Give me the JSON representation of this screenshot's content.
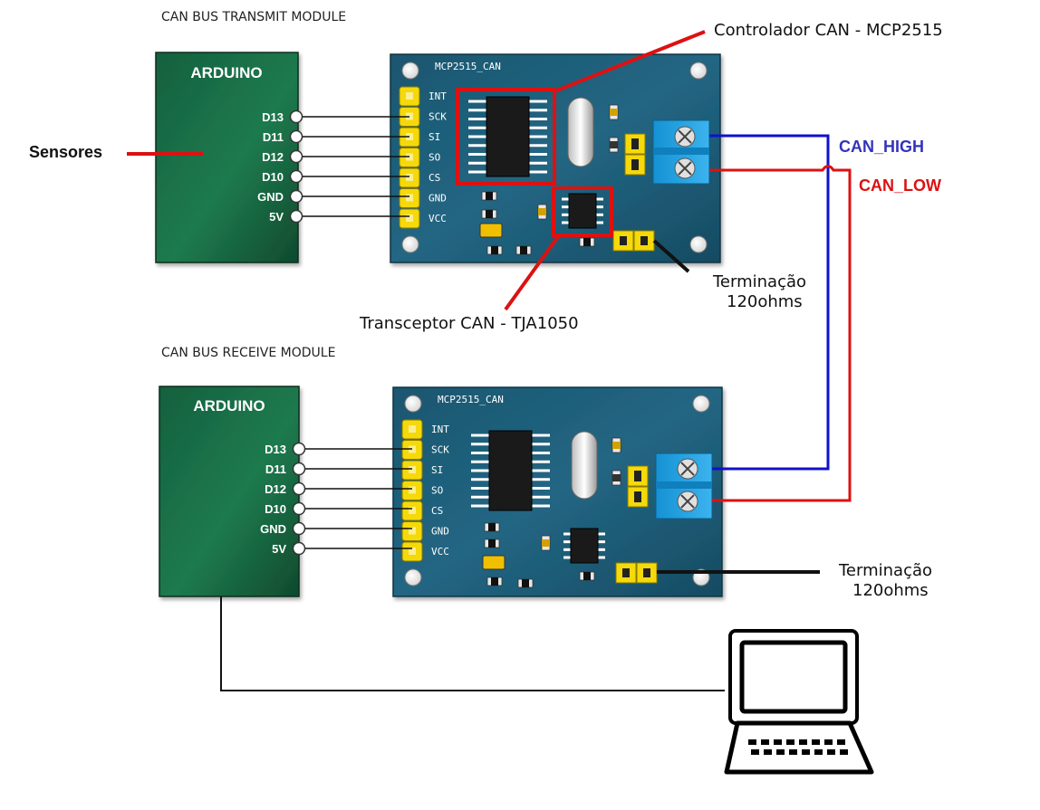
{
  "transmit": {
    "title": "CAN BUS TRANSMIT MODULE",
    "arduino_label": "ARDUINO",
    "arduino_pins": [
      "D13",
      "D11",
      "D12",
      "D10",
      "GND",
      "5V"
    ],
    "module_label": "MCP2515_CAN",
    "module_pins": [
      "INT",
      "SCK",
      "SI",
      "SO",
      "CS",
      "GND",
      "VCC"
    ]
  },
  "receive": {
    "title": "CAN BUS RECEIVE MODULE",
    "arduino_label": "ARDUINO",
    "arduino_pins": [
      "D13",
      "D11",
      "D12",
      "D10",
      "GND",
      "5V"
    ],
    "module_label": "MCP2515_CAN",
    "module_pins": [
      "INT",
      "SCK",
      "SI",
      "SO",
      "CS",
      "GND",
      "VCC"
    ]
  },
  "annotations": {
    "sensors": "Sensores",
    "controller": "Controlador CAN - MCP2515",
    "transceiver": "Transceptor CAN - TJA1050",
    "can_high": "CAN_HIGH",
    "can_low": "CAN_LOW",
    "termination_1_line1": "Terminação",
    "termination_1_line2": "120ohms",
    "termination_2_line1": "Terminação",
    "termination_2_line2": "120ohms"
  },
  "colors": {
    "board_green": "#1e6b45",
    "module_blue": "#1c5a78",
    "header_yellow": "#f5d90a",
    "terminal_blue": "#1fa0e0",
    "can_high": "#1010cc",
    "can_low": "#dd1111",
    "highlight_red": "#dd1111"
  }
}
